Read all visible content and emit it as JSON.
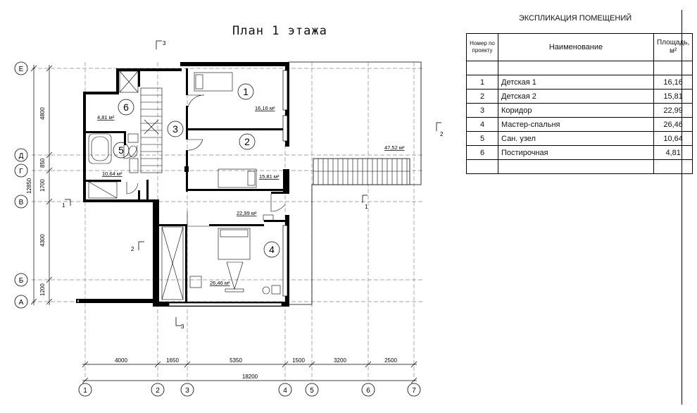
{
  "title": "План 1 этажа",
  "explication": {
    "title": "ЭКСПЛИКАЦИЯ ПОМЕЩЕНИЙ",
    "headers": {
      "num": "Номер по проекту",
      "name": "Наименование",
      "area": "Площадь, м²"
    },
    "rows": [
      {
        "num": "1",
        "name": "Детская 1",
        "area": "16,16"
      },
      {
        "num": "2",
        "name": "Детская 2",
        "area": "15,81"
      },
      {
        "num": "3",
        "name": "Коридор",
        "area": "22,99"
      },
      {
        "num": "4",
        "name": "Мастер-спальня",
        "area": "26,46"
      },
      {
        "num": "5",
        "name": "Сан. узел",
        "area": "10,64"
      },
      {
        "num": "6",
        "name": "Постирочная",
        "area": "4,81"
      }
    ]
  },
  "grid": {
    "rows": [
      "Е",
      "Д",
      "Г",
      "В",
      "Б",
      "А"
    ],
    "cols": [
      "1",
      "2",
      "3",
      "4",
      "5",
      "6",
      "7"
    ],
    "row_dims": [
      "4800",
      "850",
      "1700",
      "4300",
      "1200"
    ],
    "row_total": "12850",
    "col_dims": [
      "4000",
      "1650",
      "5350",
      "1500",
      "3200",
      "2500"
    ],
    "col_total": "18200"
  },
  "room_numbers": [
    "1",
    "2",
    "3",
    "4",
    "5",
    "6"
  ],
  "room_areas": {
    "r1": "16,16 м²",
    "r2": "15,81 м²",
    "r3": "22,99 м²",
    "r4": "26,46 м²",
    "r5": "10,64 м²",
    "r6": "4,81 м²",
    "terrace": "47,52 м²"
  },
  "section_marks": {
    "s1": "1",
    "s2": "2",
    "s3": "3"
  }
}
